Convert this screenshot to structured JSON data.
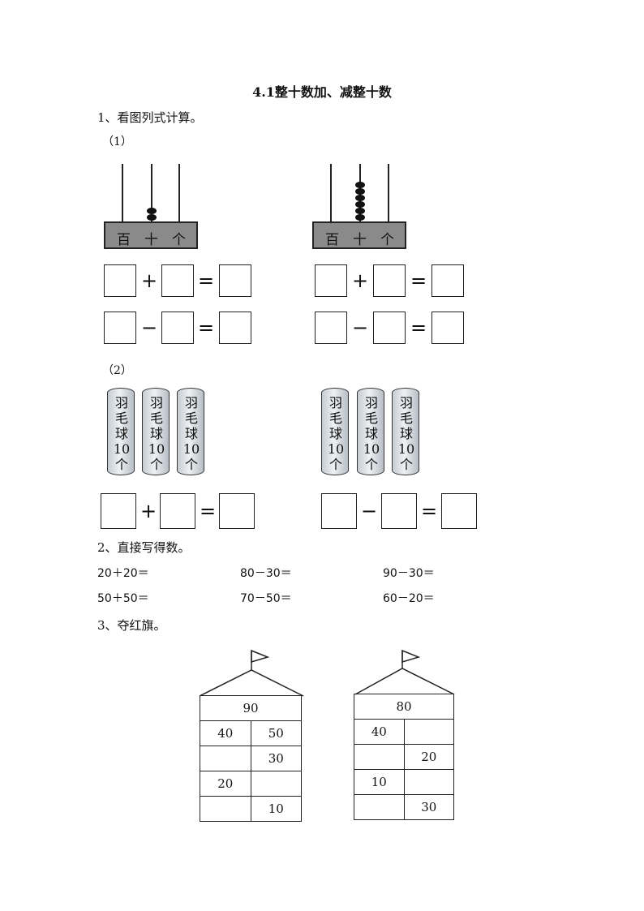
{
  "title": "4.1整十数加、减整十数",
  "q1": {
    "heading": "1、看图列式计算。",
    "part1_label": "（1）",
    "part2_label": "（2）",
    "abacus_labels": [
      "百",
      "十",
      "个"
    ],
    "abacus_left_tens_beads": 2,
    "abacus_right_tens_beads": 6,
    "tube_text": [
      "羽",
      "毛",
      "球",
      "10",
      "个"
    ],
    "op_plus": "+",
    "op_minus": "−",
    "op_eq": "="
  },
  "q2": {
    "heading": "2、直接写得数。",
    "items": [
      "20＋20＝",
      "80－30＝",
      "90－30＝",
      "50＋50＝",
      "70－50＝",
      "60－20＝"
    ]
  },
  "q3": {
    "heading": "3、夺红旗。",
    "left": {
      "top": "90",
      "rows": [
        [
          "40",
          "50"
        ],
        [
          "",
          "30"
        ],
        [
          "20",
          ""
        ],
        [
          "",
          "10"
        ]
      ]
    },
    "right": {
      "top": "80",
      "rows": [
        [
          "40",
          ""
        ],
        [
          "",
          "20"
        ],
        [
          "10",
          ""
        ],
        [
          "",
          "30"
        ]
      ]
    }
  }
}
